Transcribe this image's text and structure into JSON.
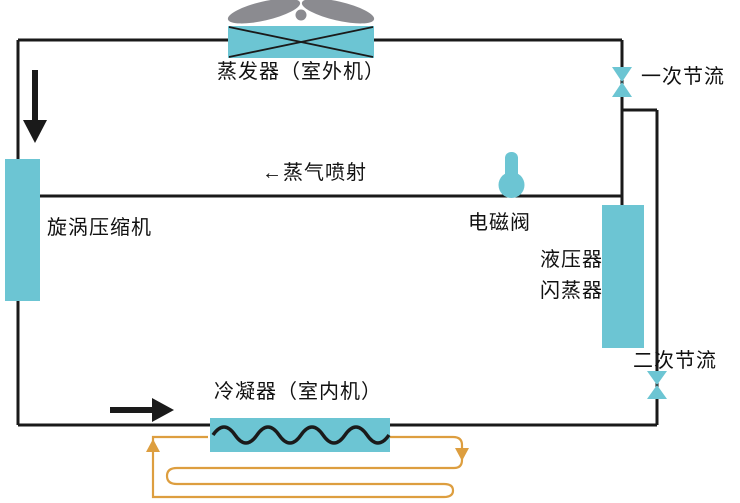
{
  "diagram": {
    "type": "refrigeration-cycle",
    "labels": {
      "evaporator": "蒸发器（室外机）",
      "first_throttle": "一次节流",
      "vapor_injection": "←蒸气喷射",
      "solenoid_valve": "电磁阀",
      "compressor": "旋涡压缩机",
      "flash_tank_line1": "液压器",
      "flash_tank_line2": "闪蒸器",
      "second_throttle": "二次节流",
      "condenser": "冷凝器（室内机）"
    },
    "components": [
      {
        "name": "fan",
        "label": ""
      },
      {
        "name": "evaporator",
        "label": "蒸发器（室外机）",
        "shape": "rect-with-x"
      },
      {
        "name": "first-throttle-valve",
        "label": "一次节流",
        "shape": "bowtie-valve"
      },
      {
        "name": "compressor",
        "label": "旋涡压缩机",
        "shape": "rect"
      },
      {
        "name": "solenoid-valve",
        "label": "电磁阀",
        "shape": "ball-valve"
      },
      {
        "name": "flash-tank",
        "label": "液压器 闪蒸器",
        "shape": "rect"
      },
      {
        "name": "second-throttle-valve",
        "label": "二次节流",
        "shape": "bowtie-valve"
      },
      {
        "name": "condenser",
        "label": "冷凝器（室内机）",
        "shape": "rect-with-wave"
      },
      {
        "name": "floor-heating-coil",
        "label": "",
        "shape": "serpentine"
      }
    ],
    "colors": {
      "component": "#6cc5d3",
      "pipe": "#1a1a1a",
      "coil": "#dd9e3f",
      "fan": "#8b8b90",
      "text": "#111111",
      "background": "#ffffff"
    }
  }
}
